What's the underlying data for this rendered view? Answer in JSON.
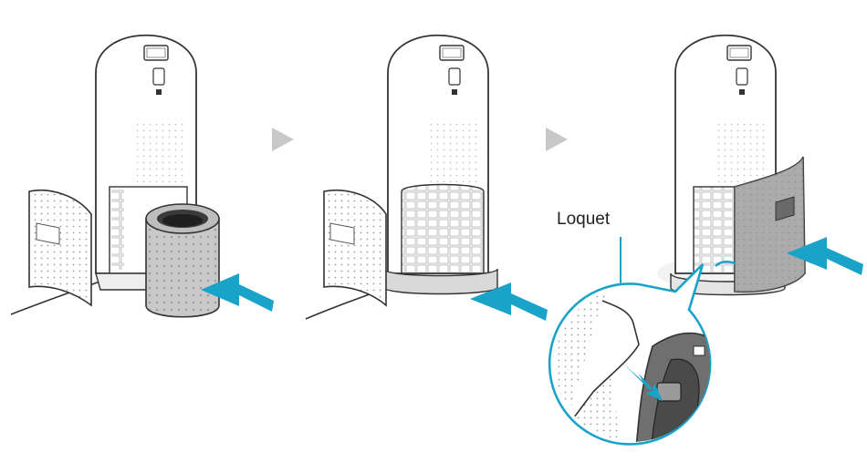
{
  "diagram": {
    "callout_label": "Loquet",
    "colors": {
      "accent": "#1aa3c9",
      "outline": "#333333",
      "filter_gray": "#b9b9b9",
      "door_dark": "#8a8a8a",
      "step_arrow": "#c8c8c8"
    },
    "steps": [
      {
        "name": "step-1-insert-filter",
        "icon": "push-arrow"
      },
      {
        "name": "step-2-filter-inserted",
        "icon": "push-arrow"
      },
      {
        "name": "step-3-close-door",
        "icon": "push-arrow"
      }
    ]
  }
}
